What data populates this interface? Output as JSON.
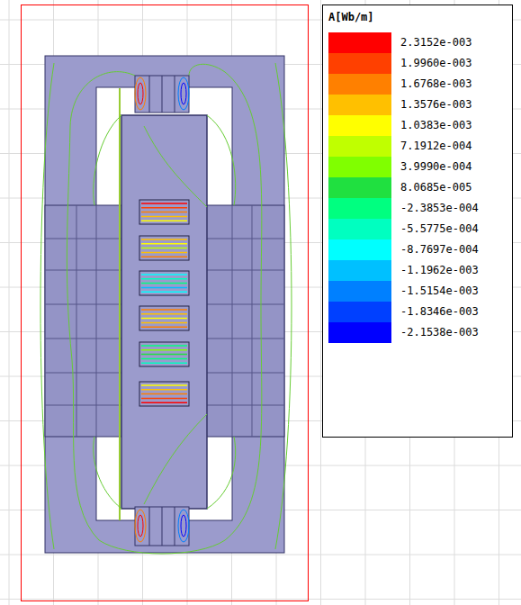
{
  "diagram": {
    "labels": [
      "A[Wb/m]"
    ],
    "legend": [
      {
        "text": "2.3152e-003",
        "color": "#ff0000"
      },
      {
        "text": "1.9960e-003",
        "color": "#ff4000"
      },
      {
        "text": "1.6768e-003",
        "color": "#ff8000"
      },
      {
        "text": "1.3576e-003",
        "color": "#ffc000"
      },
      {
        "text": "1.0383e-003",
        "color": "#ffff00"
      },
      {
        "text": "7.1912e-004",
        "color": "#c0ff00"
      },
      {
        "text": "3.9990e-004",
        "color": "#80ff00"
      },
      {
        "text": "8.0685e-005",
        "color": "#20e040"
      },
      {
        "text": "-2.3853e-004",
        "color": "#00ff80"
      },
      {
        "text": "-5.5775e-004",
        "color": "#00ffc0"
      },
      {
        "text": "-8.7697e-004",
        "color": "#00ffff"
      },
      {
        "text": "-1.1962e-003",
        "color": "#00c0ff"
      },
      {
        "text": "-1.5154e-003",
        "color": "#0080ff"
      },
      {
        "text": "-1.8346e-003",
        "color": "#0040ff"
      },
      {
        "text": "-2.1538e-003",
        "color": "#0000ff"
      }
    ]
  }
}
